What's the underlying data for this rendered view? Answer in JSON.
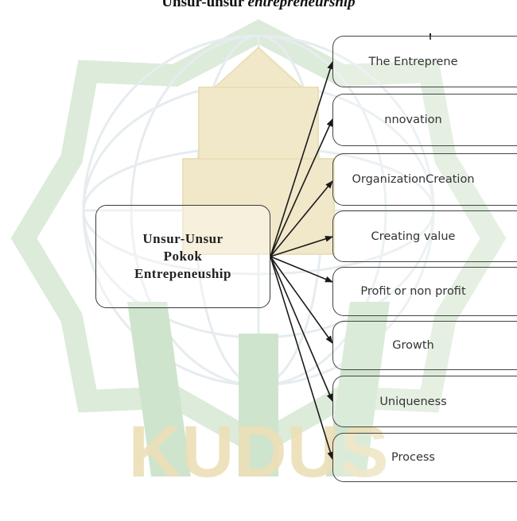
{
  "title": {
    "plain": "Unsur-unsur ",
    "italic": "entrepreneurship"
  },
  "center": {
    "lines": [
      "Unsur-Unsur",
      "Pokok",
      "Entrepeneuship"
    ]
  },
  "nodes": [
    {
      "label": "The Entreprene"
    },
    {
      "label": "nnovation"
    },
    {
      "label": "OrganizationCreation"
    },
    {
      "label": "Creating value"
    },
    {
      "label": "Profit or non profit"
    },
    {
      "label": "Growth"
    },
    {
      "label": "Uniqueness"
    },
    {
      "label": "Process"
    }
  ],
  "watermark": {
    "text": "KUDUS",
    "color": "#e9dcb2",
    "color2": "#cfe3cf"
  },
  "colors": {
    "arrow": "#1a1a1a",
    "border": "#444444"
  }
}
